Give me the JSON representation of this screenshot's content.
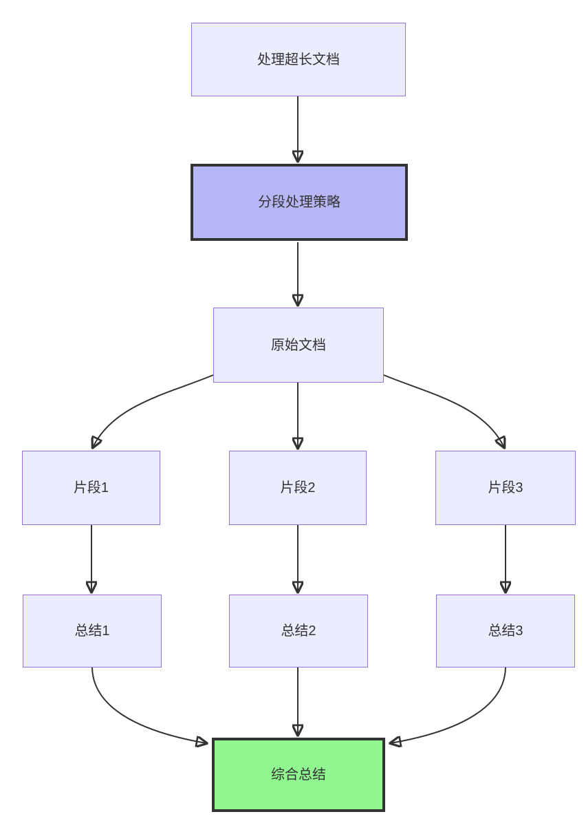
{
  "diagram": {
    "type": "flowchart",
    "direction": "top-down",
    "background": "#ffffff",
    "colors": {
      "node_fill": "#ECECFF",
      "node_border": "#9370DB",
      "accent_fill": "#B7B7F7",
      "accent_border": "#333333",
      "success_fill": "#90F690",
      "success_border": "#333333",
      "edge": "#333333",
      "text": "#333333"
    },
    "nodes": [
      {
        "id": "doc",
        "label": "处理超长文档",
        "style": "default"
      },
      {
        "id": "strategy",
        "label": "分段处理策略",
        "style": "accent"
      },
      {
        "id": "original",
        "label": "原始文档",
        "style": "default"
      },
      {
        "id": "frag1",
        "label": "片段1",
        "style": "default"
      },
      {
        "id": "frag2",
        "label": "片段2",
        "style": "default"
      },
      {
        "id": "frag3",
        "label": "片段3",
        "style": "default"
      },
      {
        "id": "sum1",
        "label": "总结1",
        "style": "default"
      },
      {
        "id": "sum2",
        "label": "总结2",
        "style": "default"
      },
      {
        "id": "sum3",
        "label": "总结3",
        "style": "default"
      },
      {
        "id": "final",
        "label": "综合总结",
        "style": "success"
      }
    ],
    "edges": [
      {
        "from": "doc",
        "to": "strategy"
      },
      {
        "from": "strategy",
        "to": "original"
      },
      {
        "from": "original",
        "to": "frag1"
      },
      {
        "from": "original",
        "to": "frag2"
      },
      {
        "from": "original",
        "to": "frag3"
      },
      {
        "from": "frag1",
        "to": "sum1"
      },
      {
        "from": "frag2",
        "to": "sum2"
      },
      {
        "from": "frag3",
        "to": "sum3"
      },
      {
        "from": "sum1",
        "to": "final"
      },
      {
        "from": "sum2",
        "to": "final"
      },
      {
        "from": "sum3",
        "to": "final"
      }
    ]
  }
}
